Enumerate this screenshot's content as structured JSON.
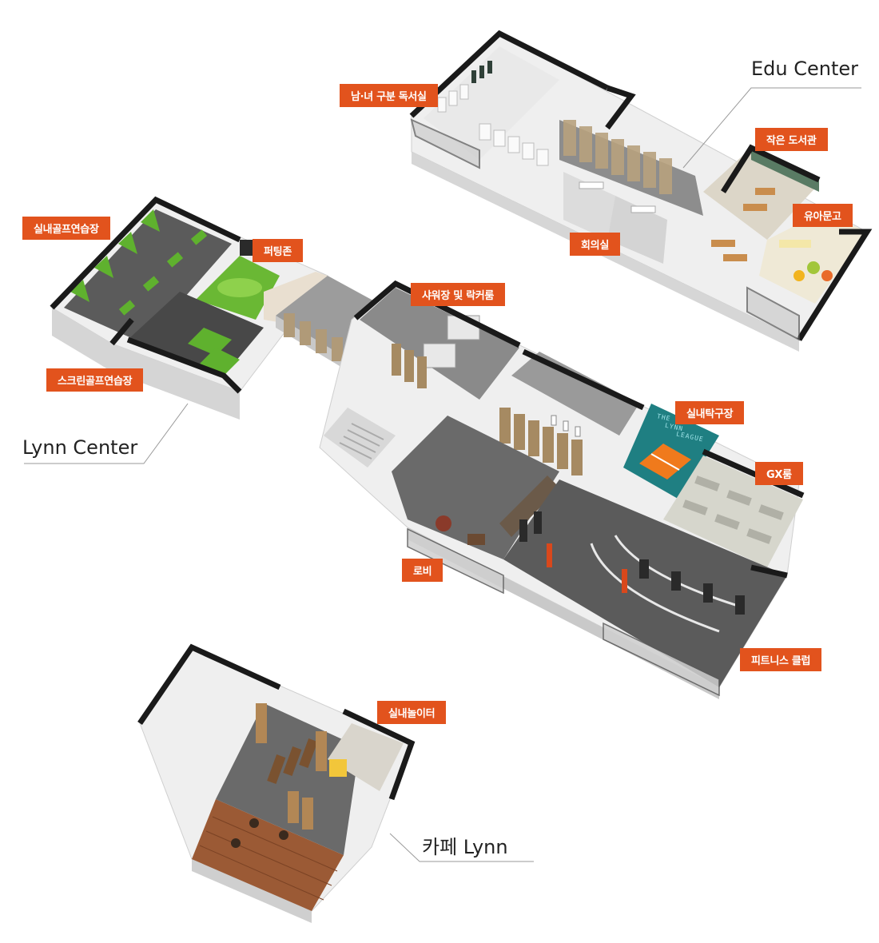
{
  "centers": {
    "edu": "Edu Center",
    "lynn": "Lynn Center",
    "cafe": "카페 Lynn"
  },
  "labels": {
    "reading_room": "남·녀 구분 독서실",
    "small_library": "작은 도서관",
    "kids_library": "유아문고",
    "meeting_room": "회의실",
    "indoor_golf": "실내골프연습장",
    "putting_zone": "퍼팅존",
    "screen_golf": "스크린골프연습장",
    "shower_locker": "샤워장 및 락커룸",
    "table_tennis": "실내탁구장",
    "gx_room": "GX룸",
    "lobby": "로비",
    "fitness_club": "피트니스 클럽",
    "indoor_playground": "실내놀이터"
  },
  "wall_logo": {
    "line1": "THE",
    "line2": "LYNN",
    "line3": "LEAGUE"
  },
  "colors": {
    "label_bg": "#e2531d",
    "label_text": "#ffffff",
    "wall_dark": "#1a1a1a",
    "floor_gray": "#6e6e6e",
    "turf_green": "#5fb12e",
    "ping_pong": "#f07a1c",
    "teal_wall": "#1f7f82",
    "wood_floor": "#9b5a35"
  }
}
